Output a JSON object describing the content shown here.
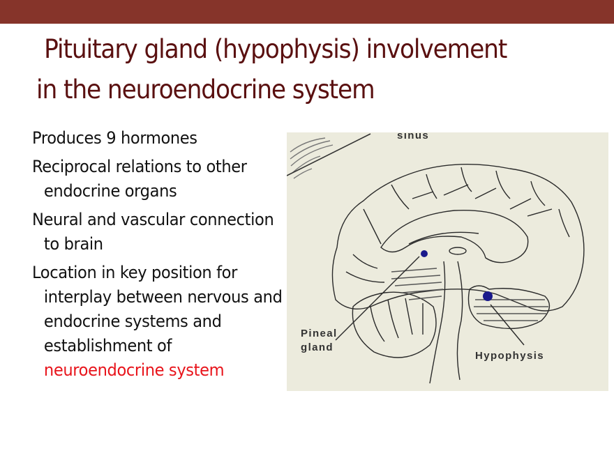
{
  "slide": {
    "top_bar_color": "#86342A",
    "title": {
      "line1": "Pituitary gland (hypophysis) involvement",
      "line2": "in the neuroendocrine system",
      "color": "#5A1010"
    },
    "bullets": [
      {
        "text": "Produces 9 hormones"
      },
      {
        "text": "Reciprocal relations to other endocrine organs"
      },
      {
        "text": "Neural and vascular connection to brain"
      },
      {
        "text": "Location in key position for interplay between nervous and endocrine systems and establishment of ",
        "highlight": "neuroendocrine system",
        "highlight_color": "#E8141B"
      }
    ],
    "figure": {
      "description": "Sagittal section diagram of the brain",
      "labels": {
        "top": "sinus",
        "pineal": [
          "Pineal",
          "gland"
        ],
        "hypophysis": "Hypophysis"
      },
      "marker_color": "#1A1A8C",
      "background": "#ECEBDD"
    }
  }
}
